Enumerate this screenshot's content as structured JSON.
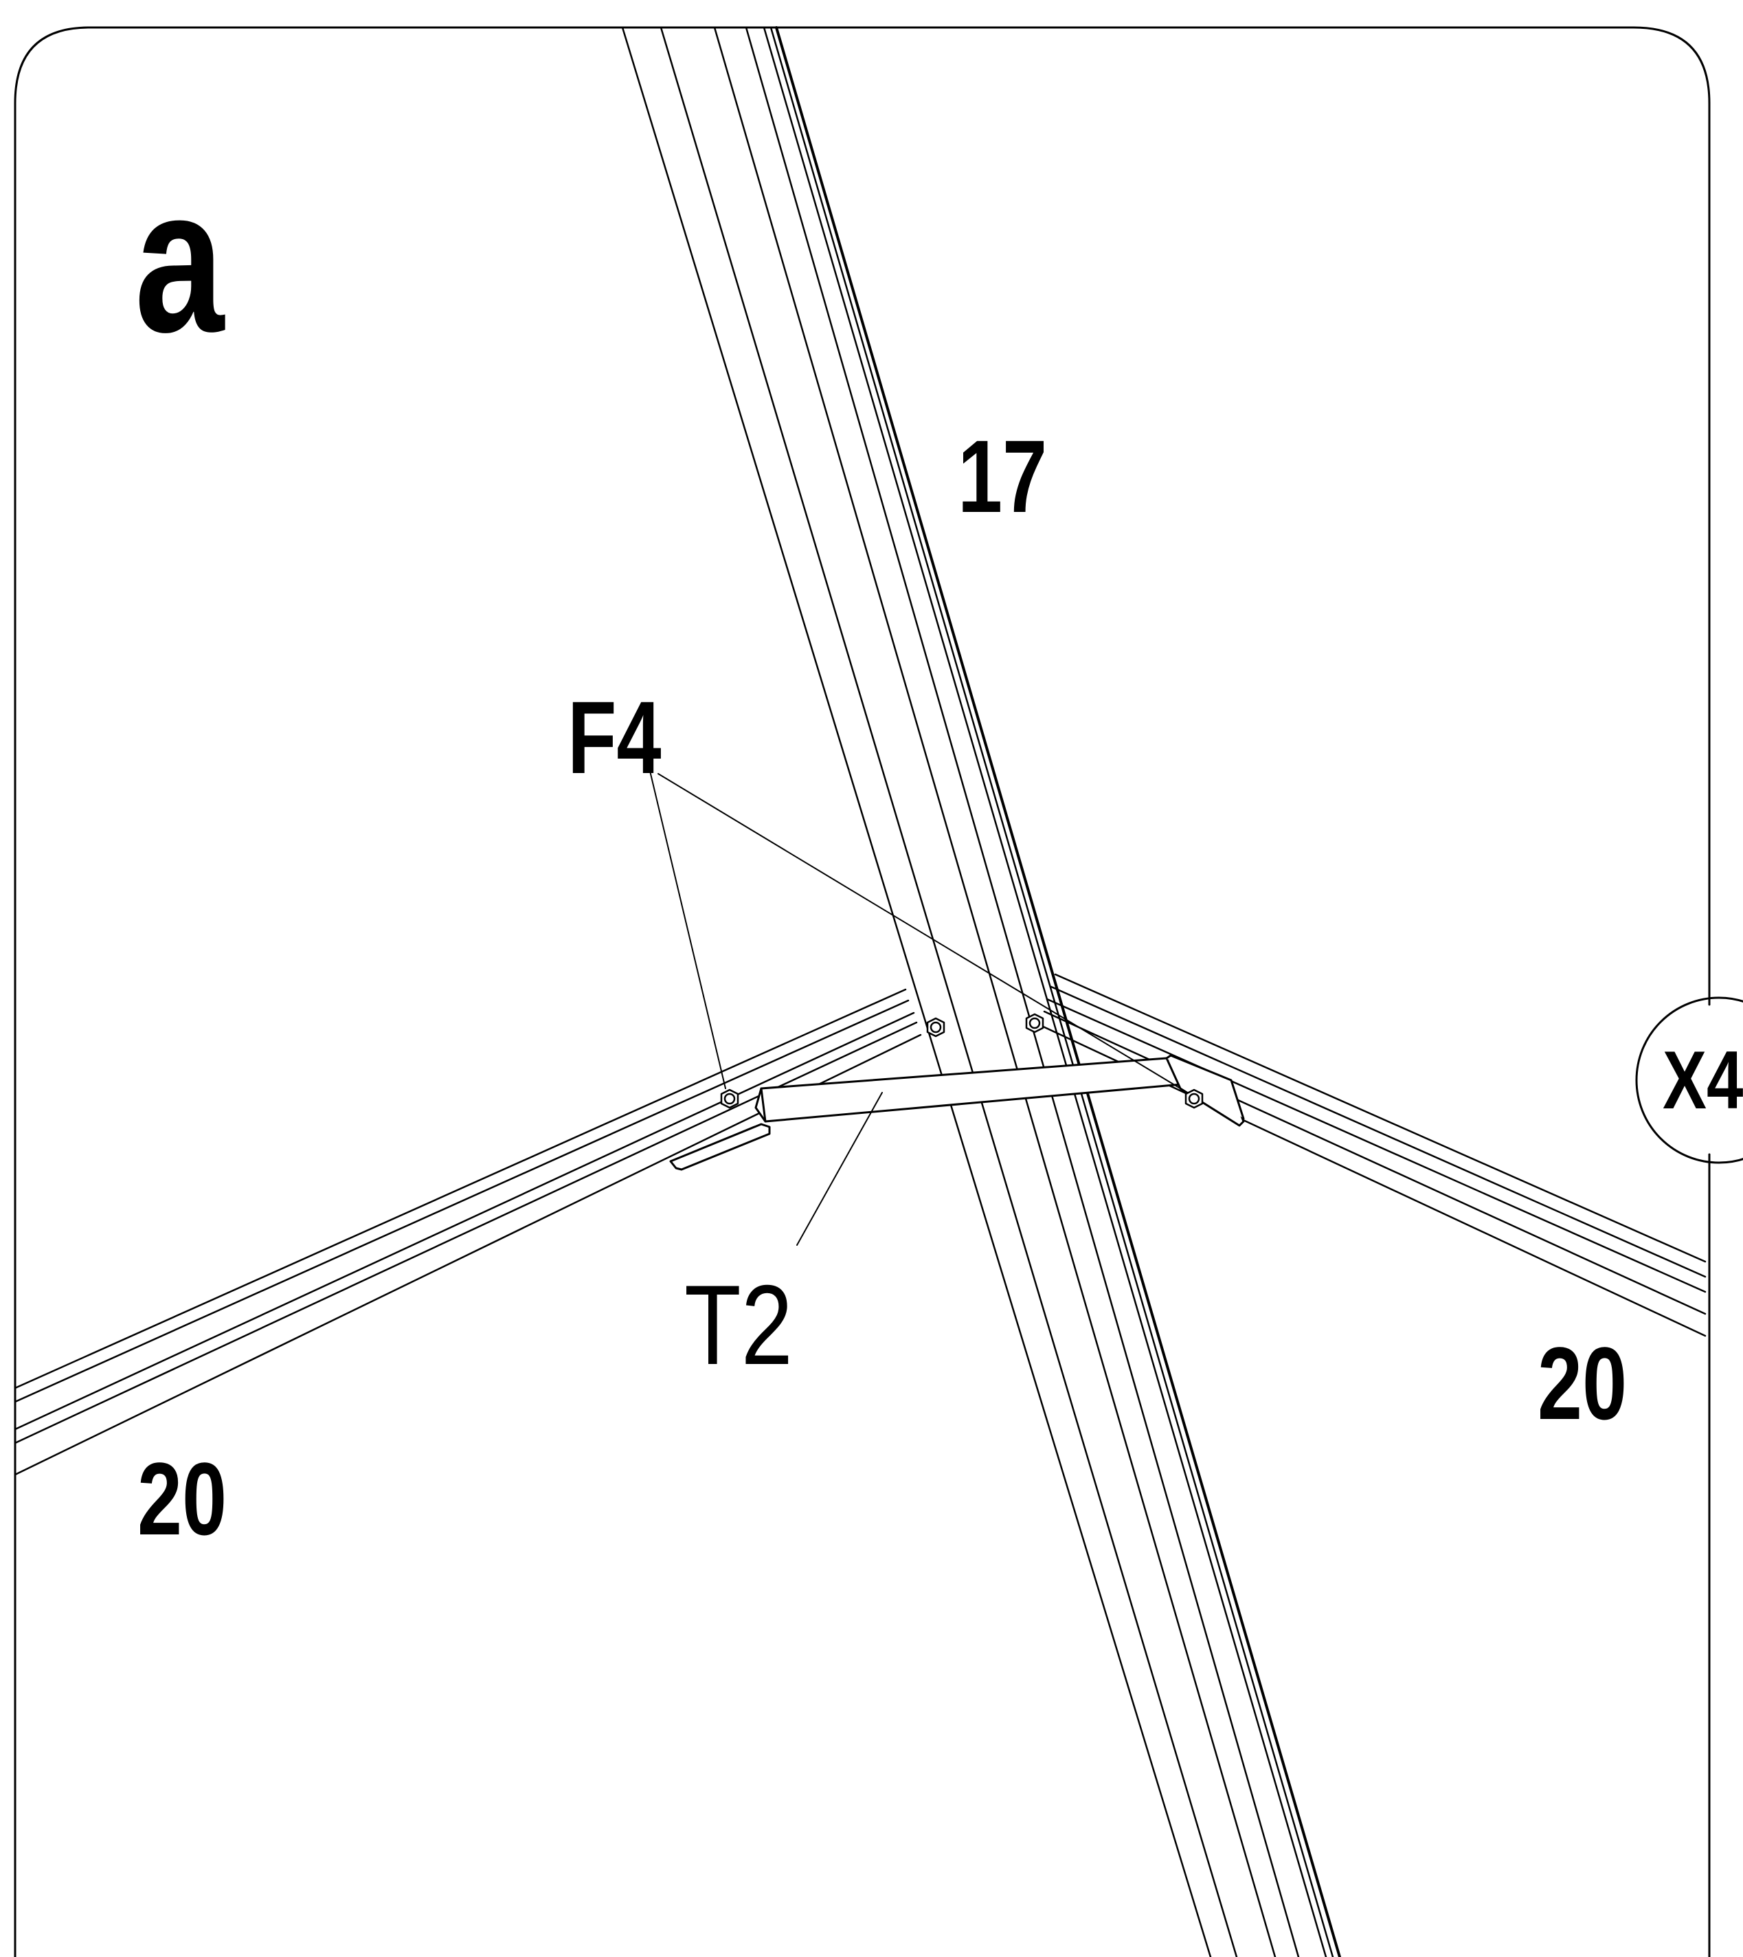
{
  "step": "a",
  "labels": {
    "post": "17",
    "fastener": "F4",
    "brace": "T2",
    "rail_right": "20",
    "rail_left": "20",
    "quantity": "X4"
  }
}
